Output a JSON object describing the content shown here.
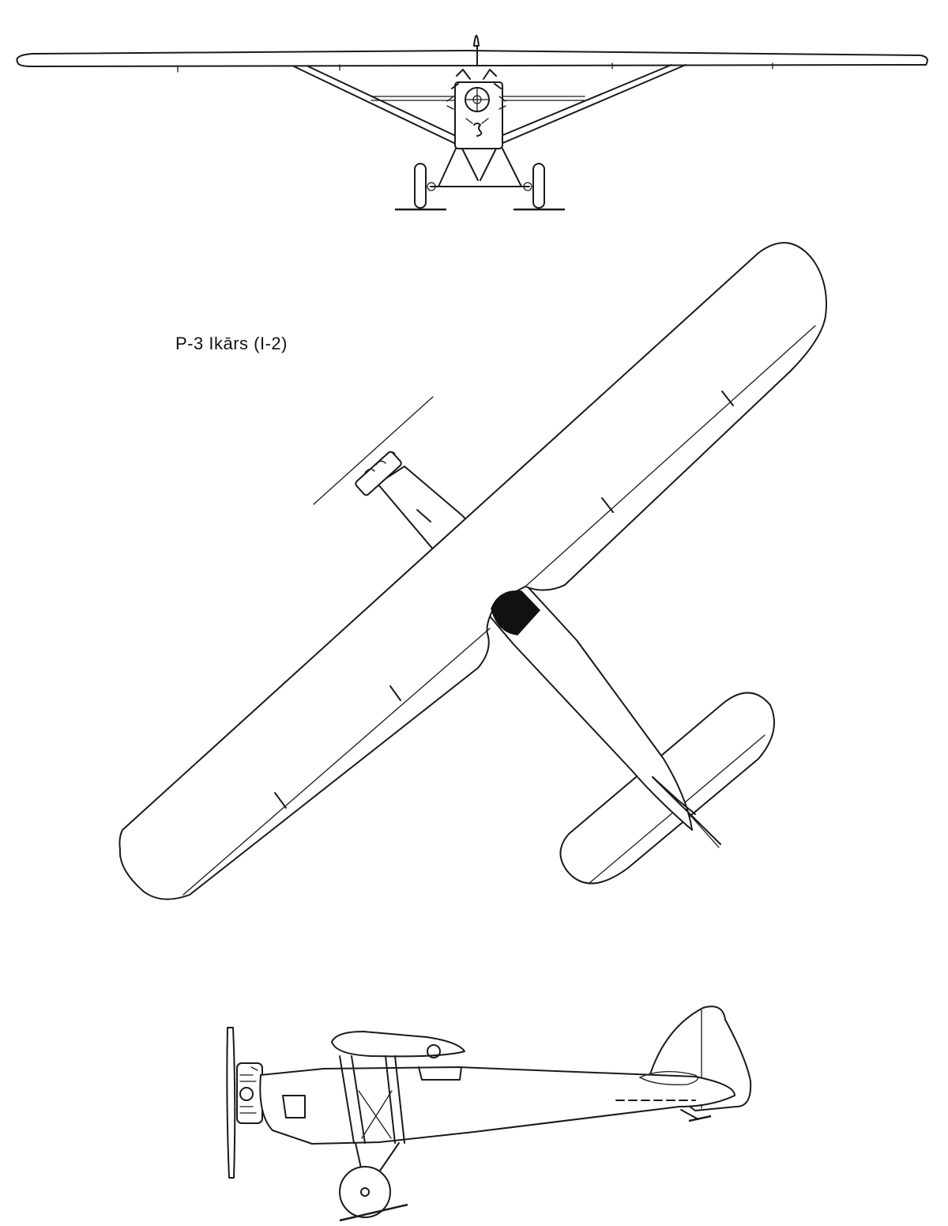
{
  "drawing": {
    "title": "P-3 Ikārs (I-2)",
    "views": [
      "front-view",
      "top-view",
      "side-view"
    ],
    "ink_color": "#1a1a1a",
    "background_color": "#ffffff"
  }
}
